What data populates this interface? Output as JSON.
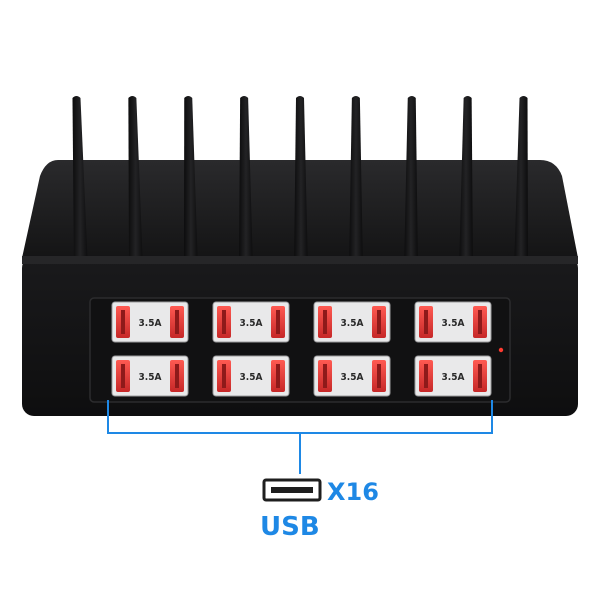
{
  "product": {
    "ports": [
      {
        "label": "3.5A"
      },
      {
        "label": "3.5A"
      },
      {
        "label": "3.5A"
      },
      {
        "label": "3.5A"
      },
      {
        "label": "3.5A"
      },
      {
        "label": "3.5A"
      },
      {
        "label": "3.5A"
      },
      {
        "label": "3.5A"
      }
    ],
    "divider_count": 9
  },
  "callout": {
    "multiplier": "X16",
    "type_label": "USB",
    "accent_color": "#1e88e5"
  },
  "colors": {
    "body": "#1c1c1e",
    "port_red": "#e53935",
    "led_red": "#ff3b30"
  }
}
